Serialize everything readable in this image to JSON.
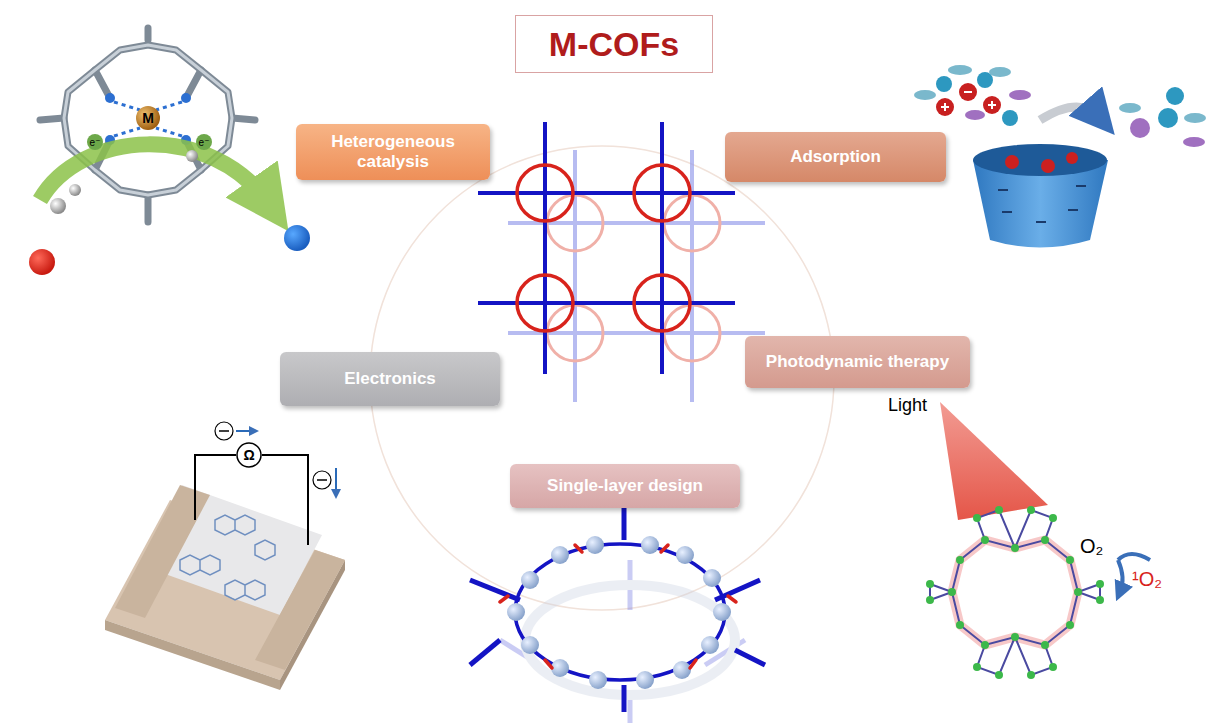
{
  "diagram": {
    "title": "M-COFs",
    "nodes": [
      {
        "text": [
          "Heterogeneous catalysis"
        ]
      },
      {
        "text": [
          "Adsorption"
        ]
      },
      {
        "text": [
          "Electronics"
        ]
      },
      {
        "text": [
          "Photodynamic therapy"
        ]
      },
      {
        "text": [
          "Single-layer design"
        ]
      }
    ],
    "edges": [],
    "labels": [
      "M",
      "e⁻",
      "e⁻",
      "Ω",
      "Light",
      "O₂",
      "¹O₂"
    ]
  }
}
